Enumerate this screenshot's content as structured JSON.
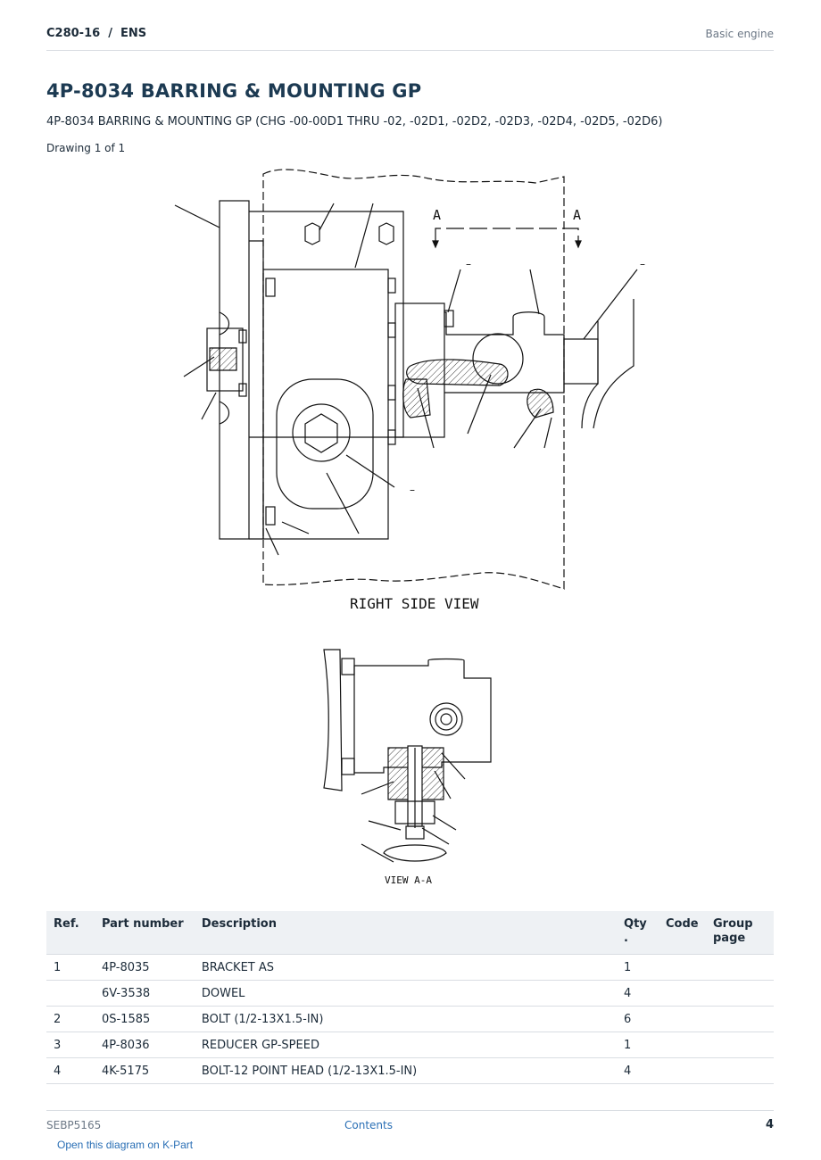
{
  "header": {
    "doc_id": "C280-16  /  ENS",
    "section": "Basic engine"
  },
  "title": "4P-8034 BARRING & MOUNTING GP",
  "subtitle": "4P-8034 BARRING & MOUNTING GP (CHG -00-00D1 THRU -02, -02D1, -02D2, -02D3, -02D4, -02D5, -02D6)",
  "drawing_count": "Drawing 1 of 1",
  "diagram": {
    "section_marker": "A",
    "right_view_label": "RIGHT SIDE VIEW",
    "view_aa_label": "VIEW A-A",
    "callout_dash": "–"
  },
  "table": {
    "headers": {
      "ref": "Ref.",
      "part_number": "Part number",
      "description": "Description",
      "qty": "Qty\n.",
      "code": "Code",
      "group_page": "Group page"
    },
    "rows": [
      {
        "ref": "1",
        "part_number": "4P-8035",
        "description": "BRACKET AS",
        "qty": "1",
        "code": "",
        "group_page": ""
      },
      {
        "ref": "",
        "part_number": "6V-3538",
        "description": "DOWEL",
        "qty": "4",
        "code": "",
        "group_page": ""
      },
      {
        "ref": "2",
        "part_number": "0S-1585",
        "description": "BOLT (1/2-13X1.5-IN)",
        "qty": "6",
        "code": "",
        "group_page": ""
      },
      {
        "ref": "3",
        "part_number": "4P-8036",
        "description": "REDUCER GP-SPEED",
        "qty": "1",
        "code": "",
        "group_page": ""
      },
      {
        "ref": "4",
        "part_number": "4K-5175",
        "description": "BOLT-12 POINT HEAD (1/2-13X1.5-IN)",
        "qty": "4",
        "code": "",
        "group_page": ""
      }
    ]
  },
  "footer": {
    "doc_number": "SEBP5165",
    "contents_link": "Contents",
    "page_number": "4"
  },
  "kpart_link": "Open this diagram on K-Part"
}
